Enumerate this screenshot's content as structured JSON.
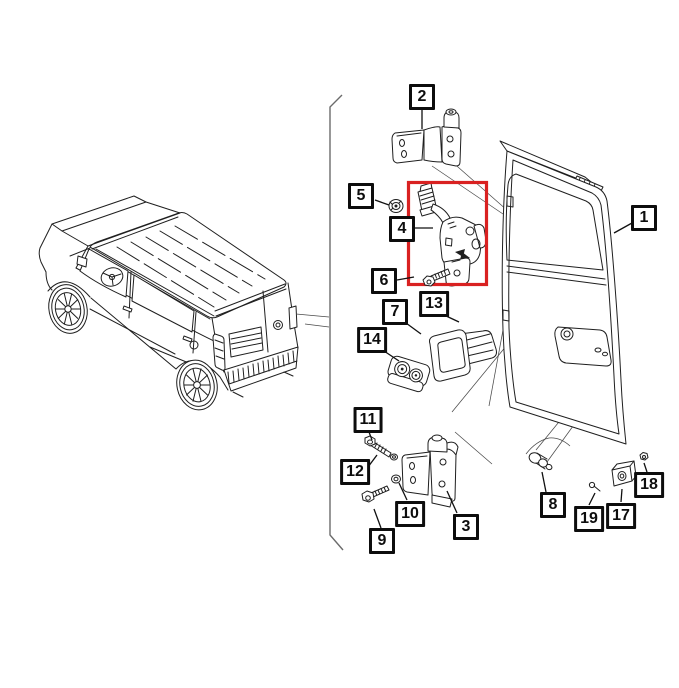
{
  "diagram": {
    "type": "exploded-parts-diagram",
    "subject": "rear cargo door latch and hinge hardware",
    "highlighted_callout": "4",
    "callouts": [
      {
        "id": "1",
        "label": "1"
      },
      {
        "id": "2",
        "label": "2"
      },
      {
        "id": "3",
        "label": "3"
      },
      {
        "id": "4",
        "label": "4"
      },
      {
        "id": "5",
        "label": "5"
      },
      {
        "id": "6",
        "label": "6"
      },
      {
        "id": "7",
        "label": "7"
      },
      {
        "id": "8",
        "label": "8"
      },
      {
        "id": "9",
        "label": "9"
      },
      {
        "id": "10",
        "label": "10"
      },
      {
        "id": "11",
        "label": "11"
      },
      {
        "id": "12",
        "label": "12"
      },
      {
        "id": "13",
        "label": "13"
      },
      {
        "id": "14",
        "label": "14"
      },
      {
        "id": "17",
        "label": "17"
      },
      {
        "id": "18",
        "label": "18"
      },
      {
        "id": "19",
        "label": "19"
      }
    ],
    "colors": {
      "highlight": "#d92121",
      "line": "#1f1f1f",
      "frame": "#6b6b6b",
      "background": "#ffffff"
    }
  }
}
